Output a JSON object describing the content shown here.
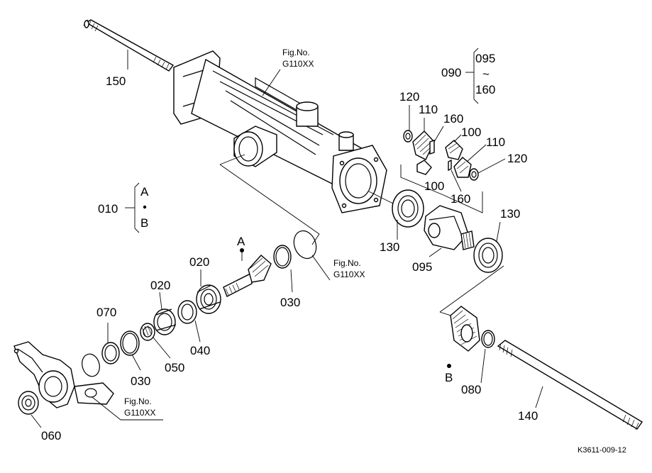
{
  "figure": {
    "code": "K3611-009-12",
    "fig_ref_prefix": "Fig.No.",
    "fig_ref_value": "G110XX"
  },
  "callouts": {
    "c150": "150",
    "c090": "090",
    "c095_top": "095",
    "c_tilde": "~",
    "c160_top": "160",
    "c120a": "120",
    "c110a": "110",
    "c160a": "160",
    "c100a": "100",
    "c110b": "110",
    "c120b": "120",
    "c100b": "100",
    "c160b": "160",
    "c130a": "130",
    "c130b": "130",
    "c095": "095",
    "c010": "010",
    "cA": "A",
    "cB": "B",
    "cA2": "A",
    "cB2": "B",
    "c020a": "020",
    "c020b": "020",
    "c030a": "030",
    "c030b": "030",
    "c070": "070",
    "c040": "040",
    "c050": "050",
    "c060": "060",
    "c080": "080",
    "c140": "140"
  }
}
